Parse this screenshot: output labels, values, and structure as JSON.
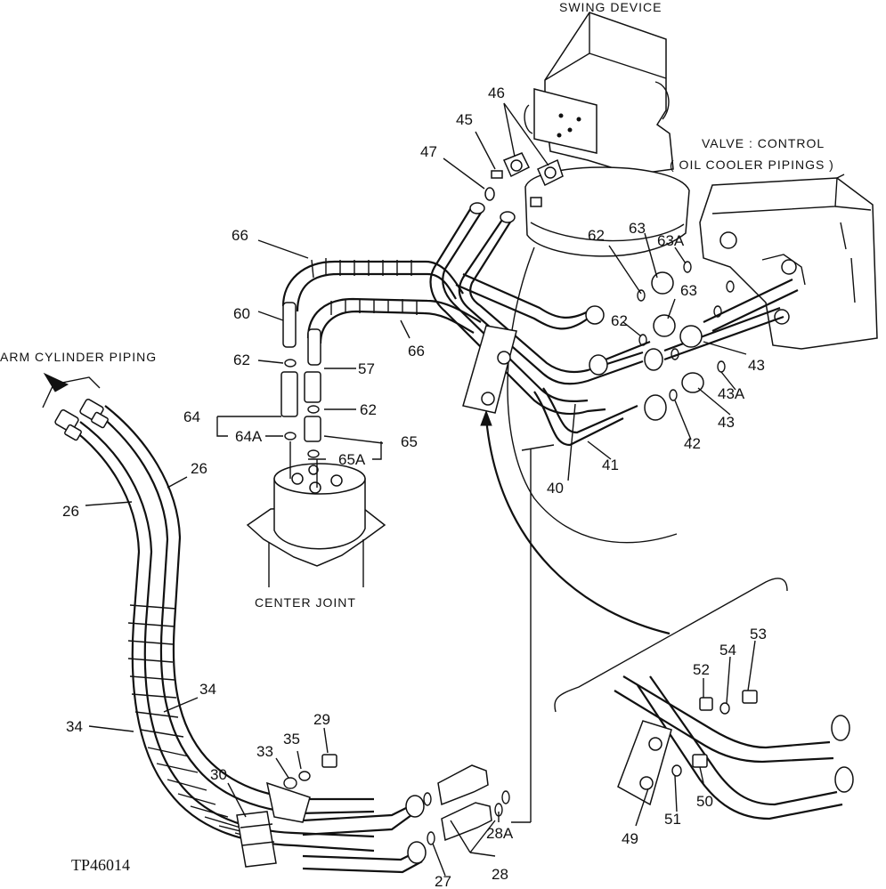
{
  "diagram": {
    "captions": {
      "swing_device": "SWING DEVICE",
      "valve_control": "VALVE : CONTROL",
      "oil_cooler": "( OIL COOLER PIPINGS )",
      "arm_cylinder": "ARM CYLINDER PIPING",
      "center_joint": "CENTER JOINT"
    },
    "figure_code": "TP46014",
    "callouts": {
      "c46": "46",
      "c45": "45",
      "c47": "47",
      "c62a": "62",
      "c63a": "63",
      "c63Aa": "63A",
      "c63b": "63",
      "c62b": "62",
      "c43a": "43",
      "c43A": "43A",
      "c43b": "43",
      "c42": "42",
      "c41": "41",
      "c40": "40",
      "c66a": "66",
      "c66b": "66",
      "c60": "60",
      "c62c": "62",
      "c57": "57",
      "c64": "64",
      "c62d": "62",
      "c64A": "64A",
      "c65": "65",
      "c65A": "65A",
      "c26a": "26",
      "c26b": "26",
      "c34a": "34",
      "c34b": "34",
      "c29": "29",
      "c33": "33",
      "c35": "35",
      "c30": "30",
      "c28A": "28A",
      "c28": "28",
      "c27": "27",
      "c53": "53",
      "c54": "54",
      "c52": "52",
      "c50": "50",
      "c49": "49",
      "c51": "51"
    }
  }
}
